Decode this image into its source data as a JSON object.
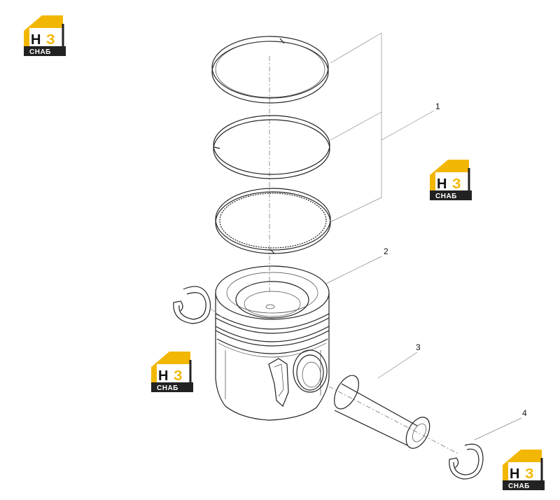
{
  "callouts": {
    "c1": "1",
    "c2": "2",
    "c3": "3",
    "c4": "4"
  },
  "logo": {
    "letter_h": "Н",
    "letter_e": "З",
    "caption": "СНАБ",
    "colors": {
      "yellow": "#f2b705",
      "dark": "#222222"
    }
  }
}
